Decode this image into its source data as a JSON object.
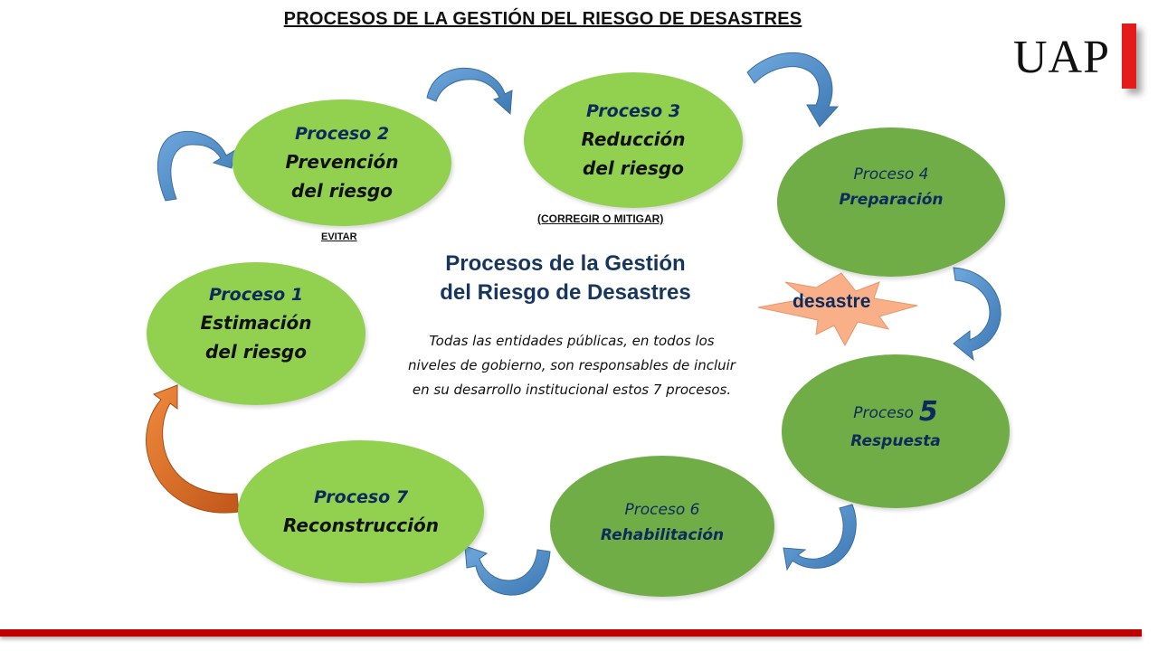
{
  "title": "PROCESOS DE LA GESTIÓN DEL RIESGO DE DESASTRES",
  "logo": {
    "text": "UAP"
  },
  "processes": [
    {
      "id": "p1",
      "label": "Proceso 1",
      "name_line1": "Estimación",
      "name_line2": "del riesgo",
      "color": "#92d050"
    },
    {
      "id": "p2",
      "label": "Proceso 2",
      "name_line1": "Prevención",
      "name_line2": "del riesgo",
      "color": "#92d050"
    },
    {
      "id": "p3",
      "label": "Proceso 3",
      "name_line1": "Reducción",
      "name_line2": "del riesgo",
      "color": "#92d050"
    },
    {
      "id": "p4",
      "label": "Proceso 4",
      "name_line1": "Preparación",
      "color": "#70ad47"
    },
    {
      "id": "p5",
      "label": "Proceso",
      "number": "5",
      "name_line1": "Respuesta",
      "color": "#70ad47"
    },
    {
      "id": "p6",
      "label": "Proceso 6",
      "name_line1": "Rehabilitación",
      "color": "#70ad47"
    },
    {
      "id": "p7",
      "label": "Proceso 7",
      "name_line1": "Reconstrucción",
      "color": "#92d050"
    }
  ],
  "notes": {
    "evitar": "EVITAR",
    "corregir": "(CORREGIR  O MITIGAR)"
  },
  "center": {
    "title_line1": "Procesos de la Gestión",
    "title_line2": "del Riesgo de Desastres",
    "text": "Todas las entidades públicas, en todos los niveles de gobierno, son responsables de incluir en su desarrollo institucional estos 7 procesos."
  },
  "burst": {
    "label": "desastre",
    "color": "#f9b088"
  },
  "colors": {
    "arrow_blue": "#5b9bd5",
    "arrow_orange": "#ed7d31",
    "accent_red": "#c00000",
    "text_navy": "#0d2a5c"
  }
}
